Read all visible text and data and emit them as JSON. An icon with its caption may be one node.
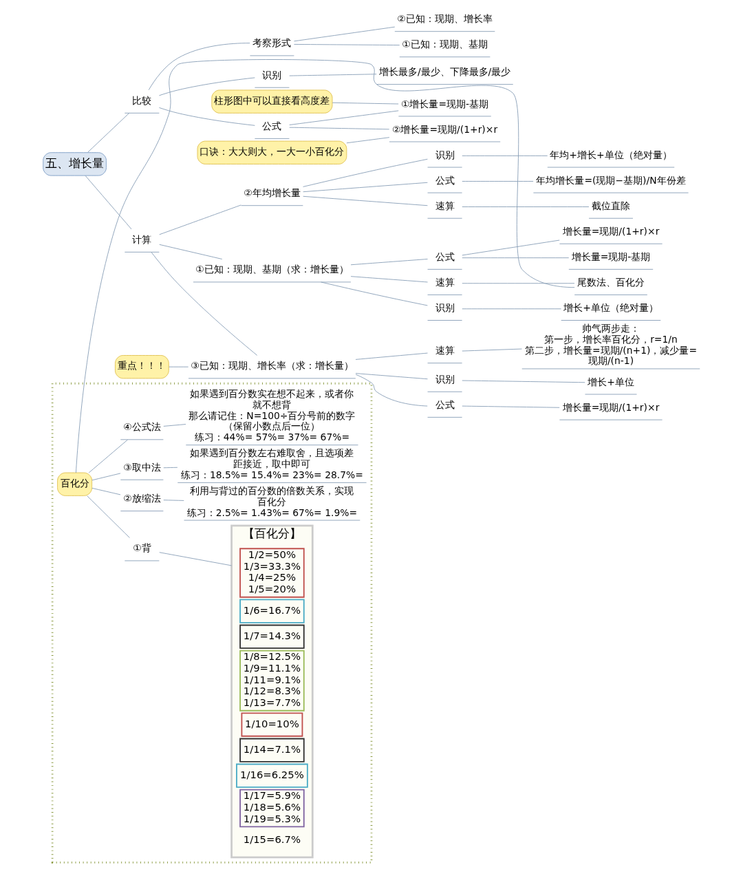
{
  "diagram": {
    "nodes": [
      {
        "text": [
          "五、增长量"
        ]
      },
      {
        "text": [
          "计算"
        ]
      },
      {
        "text": [
          "①已知：现期、基期（求：增长量）"
        ]
      },
      {
        "text": [
          "识别"
        ]
      },
      {
        "text": [
          "增长+单位（绝对量）"
        ]
      },
      {
        "text": [
          "公式"
        ]
      },
      {
        "text": [
          "增长量=现期-基期"
        ]
      },
      {
        "text": [
          "增长量=现期/(1+r)×r"
        ]
      },
      {
        "text": [
          "速算"
        ]
      },
      {
        "text": [
          "尾数法、百化分"
        ]
      },
      {
        "text": [
          "百化分"
        ],
        "in": 53
      },
      {
        "text": [
          "①背"
        ],
        "in": 53
      },
      {
        "text": [
          "【百化分】"
        ],
        "in": 53
      },
      {
        "text": [
          "1/2=50%",
          "1/3=33.3%",
          "1/4=25%",
          "1/5=20%"
        ],
        "in": 12
      },
      {
        "text": [
          "1/6=16.7%"
        ],
        "in": 12
      },
      {
        "text": [
          "1/7=14.3%"
        ],
        "in": 12
      },
      {
        "text": [
          "1/8=12.5%",
          "1/9=11.1%",
          "1/11=9.1%",
          "1/12=8.3%",
          "1/13=7.7%"
        ],
        "in": 12
      },
      {
        "text": [
          "1/10=10%"
        ],
        "in": 12
      },
      {
        "text": [
          "1/14=7.1%"
        ],
        "in": 12
      },
      {
        "text": [
          "1/16=6.25%"
        ],
        "in": 12
      },
      {
        "text": [
          "1/17=5.9%",
          "1/18=5.6%",
          "1/19=5.3%"
        ],
        "in": 12
      },
      {
        "text": [
          "②放缩法"
        ],
        "in": 53
      },
      {
        "text": [
          "利用与背过的百分数的倍数关系，实现百化分",
          "练习：2.5%= 1.43%= 67%= 1.9%="
        ],
        "in": 53
      },
      {
        "text": [
          "③取中法"
        ],
        "in": 53
      },
      {
        "text": [
          "如果遇到百分数左右难取舍，且选项差距接近，取中即可",
          "练习：18.5%= 15.4%= 23%= 28.7%="
        ],
        "in": 53
      },
      {
        "text": [
          "④公式法"
        ],
        "in": 53
      },
      {
        "text": [
          "如果遇到百分数实在想不起来，或者你就不想背",
          "那么请记住：N=100÷百分号前的数字（保留小数点后一位）",
          "练习：44%= 57%= 37%= 67%="
        ],
        "in": 53
      },
      {
        "text": [
          "②年均增长量"
        ]
      },
      {
        "text": [
          "识别"
        ]
      },
      {
        "text": [
          "年均+增长+单位（绝对量）"
        ]
      },
      {
        "text": [
          "公式"
        ]
      },
      {
        "text": [
          "年均增长量=(现期−基期)/N年份差"
        ]
      },
      {
        "text": [
          "速算"
        ]
      },
      {
        "text": [
          "截位直除"
        ]
      },
      {
        "text": [
          "③已知：现期、增长率（求：增长量）"
        ]
      },
      {
        "text": [
          "重点！！！"
        ]
      },
      {
        "text": [
          "识别"
        ]
      },
      {
        "text": [
          "增长+单位"
        ]
      },
      {
        "text": [
          "公式"
        ]
      },
      {
        "text": [
          "增长量=现期/(1+r)×r"
        ]
      },
      {
        "text": [
          "速算"
        ]
      },
      {
        "text": [
          "帅气两步走：",
          "第一步，增长率百化分，r=1/n",
          "第二步，增长量=现期/(n+1)，减少量=现期/(n-1)"
        ]
      },
      {
        "text": [
          "比较"
        ]
      },
      {
        "text": [
          "识别"
        ]
      },
      {
        "text": [
          "增长最多/最少、下降最多/最少"
        ]
      },
      {
        "text": [
          "公式"
        ]
      },
      {
        "text": [
          "①增长量=现期-基期"
        ]
      },
      {
        "text": [
          "②增长量=现期/(1+r)×r"
        ]
      },
      {
        "text": [
          "柱形图中可以直接看高度差"
        ]
      },
      {
        "text": [
          "口诀：大大则大，一大一小百化分"
        ]
      },
      {
        "text": [
          "考察形式"
        ]
      },
      {
        "text": [
          "①已知：现期、基期"
        ]
      },
      {
        "text": [
          "②已知：现期、增长率"
        ]
      },
      {
        "text": [],
        "shape": "box"
      }
    ],
    "edges": [
      {
        "from": 0,
        "to": 1,
        "arrow": "none"
      },
      {
        "from": 1,
        "to": 2,
        "arrow": "none"
      },
      {
        "from": 2,
        "to": 3,
        "arrow": "none"
      },
      {
        "from": 3,
        "to": 4,
        "arrow": "none"
      },
      {
        "from": 2,
        "to": 5,
        "arrow": "none"
      },
      {
        "from": 5,
        "to": 6,
        "arrow": "none"
      },
      {
        "from": 5,
        "to": 7,
        "arrow": "none"
      },
      {
        "from": 2,
        "to": 8,
        "arrow": "none"
      },
      {
        "from": 8,
        "to": 9,
        "arrow": "none"
      },
      {
        "from": 10,
        "to": 9,
        "arrow": "none"
      },
      {
        "from": 10,
        "to": 11,
        "arrow": "none"
      },
      {
        "from": 11,
        "to": 12,
        "arrow": "none"
      },
      {
        "from": 10,
        "to": 21,
        "arrow": "none"
      },
      {
        "from": 21,
        "to": 22,
        "arrow": "none"
      },
      {
        "from": 10,
        "to": 23,
        "arrow": "none"
      },
      {
        "from": 23,
        "to": 24,
        "arrow": "none"
      },
      {
        "from": 10,
        "to": 25,
        "arrow": "none"
      },
      {
        "from": 25,
        "to": 26,
        "arrow": "none"
      },
      {
        "from": 1,
        "to": 27,
        "arrow": "none"
      },
      {
        "from": 27,
        "to": 28,
        "arrow": "none"
      },
      {
        "from": 28,
        "to": 29,
        "arrow": "none"
      },
      {
        "from": 27,
        "to": 30,
        "arrow": "none"
      },
      {
        "from": 30,
        "to": 31,
        "arrow": "none"
      },
      {
        "from": 27,
        "to": 32,
        "arrow": "none"
      },
      {
        "from": 32,
        "to": 33,
        "arrow": "none"
      },
      {
        "from": 1,
        "to": 34,
        "arrow": "none"
      },
      {
        "from": 35,
        "to": 34,
        "arrow": "none"
      },
      {
        "from": 34,
        "to": 36,
        "arrow": "none"
      },
      {
        "from": 36,
        "to": 37,
        "arrow": "none"
      },
      {
        "from": 34,
        "to": 38,
        "arrow": "none"
      },
      {
        "from": 38,
        "to": 39,
        "arrow": "none"
      },
      {
        "from": 34,
        "to": 40,
        "arrow": "none"
      },
      {
        "from": 40,
        "to": 41,
        "arrow": "none"
      },
      {
        "from": 0,
        "to": 42,
        "arrow": "none"
      },
      {
        "from": 42,
        "to": 43,
        "arrow": "none"
      },
      {
        "from": 43,
        "to": 44,
        "arrow": "none"
      },
      {
        "from": 42,
        "to": 45,
        "arrow": "none"
      },
      {
        "from": 45,
        "to": 46,
        "arrow": "none"
      },
      {
        "from": 45,
        "to": 47,
        "arrow": "none"
      },
      {
        "from": 48,
        "to": 46,
        "arrow": "none"
      },
      {
        "from": 49,
        "to": 47,
        "arrow": "none"
      },
      {
        "from": 42,
        "to": 50,
        "arrow": "none"
      },
      {
        "from": 50,
        "to": 51,
        "arrow": "none"
      },
      {
        "from": 50,
        "to": 52,
        "arrow": "none"
      }
    ],
    "labels": [
      "1/15=6.7%"
    ]
  }
}
